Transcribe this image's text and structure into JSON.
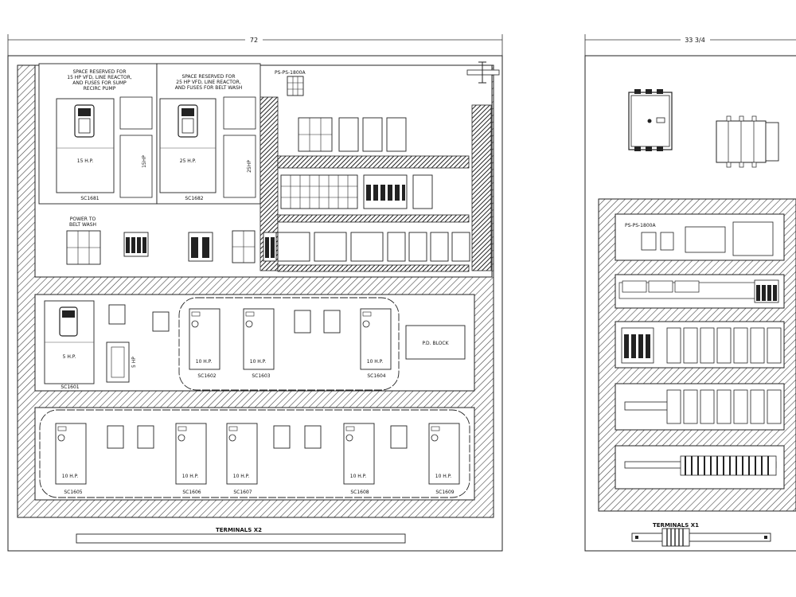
{
  "dimensions": {
    "main_width": "72",
    "side_width": "33 3/4"
  },
  "notes": {
    "reserved_15hp": [
      "SPACE RESERVED FOR",
      "15 HP VFD, LINE REACTOR,",
      "AND FUSES FOR SUMP",
      "RECIRC PUMP"
    ],
    "reserved_25hp": [
      "SPACE RESERVED FOR",
      "25 HP VFD, LINE REACTOR,",
      "AND FUSES FOR BELT WASH"
    ],
    "power_belt_wash": [
      "POWER TO",
      "BELT WASH"
    ],
    "ps_top": "PS-PS-1800A",
    "ps_side": "PS-PS-1800A"
  },
  "drives": {
    "sc1681": {
      "hp": "15 H.P.",
      "tag": "SC1681"
    },
    "sc1682": {
      "hp": "25 H.P.",
      "tag": "SC1682"
    },
    "sc1601": {
      "hp": "5 H.P.",
      "tag": "SC1601"
    },
    "sc1602": {
      "hp": "10 H.P.",
      "tag": "SC1602"
    },
    "sc1603": {
      "hp": "10 H.P.",
      "tag": "SC1603"
    },
    "sc1604": {
      "hp": "10 H.P.",
      "tag": "SC1604"
    },
    "sc1605": {
      "hp": "10 H.P.",
      "tag": "SC1605"
    },
    "sc1606": {
      "hp": "10 H.P.",
      "tag": "SC1606"
    },
    "sc1607": {
      "hp": "10 H.P.",
      "tag": "SC1607"
    },
    "sc1608": {
      "hp": "10 H.P.",
      "tag": "SC1608"
    },
    "sc1609": {
      "hp": "10 H.P.",
      "tag": "SC1609"
    }
  },
  "reactors": {
    "r15": "15HP",
    "r25": "25HP",
    "r5": "5 HP"
  },
  "pd_block": "P.D. BLOCK",
  "terminals": {
    "main": "TERMINALS X2",
    "side": "TERMINALS X1"
  }
}
